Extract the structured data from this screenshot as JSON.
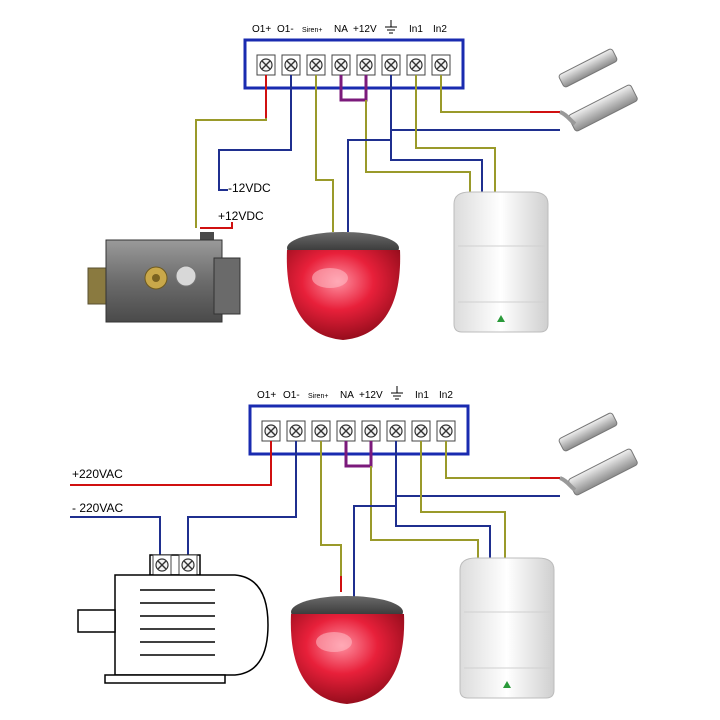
{
  "colors": {
    "red_wire": "#d01010",
    "blue_wire": "#1f2f8f",
    "olive_wire": "#9a9a2a",
    "purple_wire": "#7b1a7b",
    "terminal_frame": "#1a2bb0",
    "siren_red": "#e0203a"
  },
  "icons": [
    "terminal-screw-icon",
    "ground-symbol-icon",
    "magnetic-door-contact-icon",
    "electric-lock-icon",
    "siren-icon",
    "pir-sensor-icon",
    "motor-icon"
  ],
  "top_diagram": {
    "terminals": [
      "O1+",
      "O1-",
      "Siren+",
      "NA",
      "+12V",
      "",
      "In1",
      "In2"
    ],
    "labels": {
      "minus_12vdc": "-12VDC",
      "plus_12vdc": "+12VDC"
    }
  },
  "bottom_diagram": {
    "terminals": [
      "O1+",
      "O1-",
      "Siren+",
      "NA",
      "+12V",
      "",
      "In1",
      "In2"
    ],
    "labels": {
      "plus_220vac": "+220VAC",
      "minus_220vac": "- 220VAC"
    }
  }
}
